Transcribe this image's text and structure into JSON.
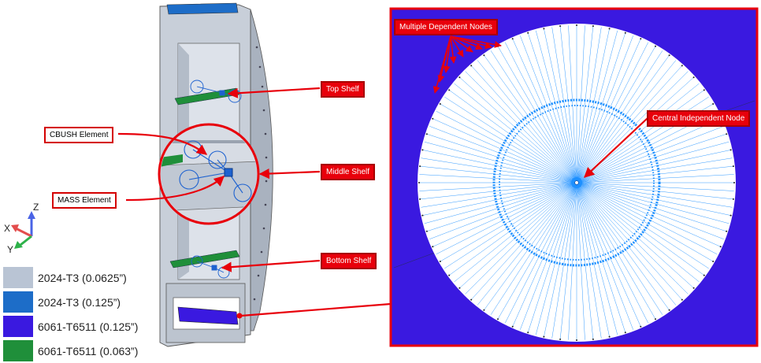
{
  "callouts": {
    "top_shelf": "Top Shelf",
    "middle_shelf": "Middle Shelf",
    "bottom_shelf": "Bottom Shelf",
    "cbush_element": "CBUSH Element",
    "mass_element": "MASS Element",
    "multiple_dependent_nodes": "Multiple Dependent Nodes",
    "central_independent_node": "Central Independent Node"
  },
  "axes": {
    "x": "X",
    "y": "Y",
    "z": "Z"
  },
  "legend": [
    {
      "label": "2024-T3 (0.0625”)",
      "color": "#b9c4d4"
    },
    {
      "label": "2024-T3 (0.125”)",
      "color": "#1d6dc8"
    },
    {
      "label": "6061-T6511 (0.125”)",
      "color": "#3a19e0"
    },
    {
      "label": "6061-T6511 (0.063”)",
      "color": "#1f8f3a"
    }
  ],
  "colors": {
    "callout_red": "#e8000b",
    "model_panel": "#3a19e0",
    "mesh_line": "#1e90ff",
    "structure_gray": "#c8cfd9"
  }
}
